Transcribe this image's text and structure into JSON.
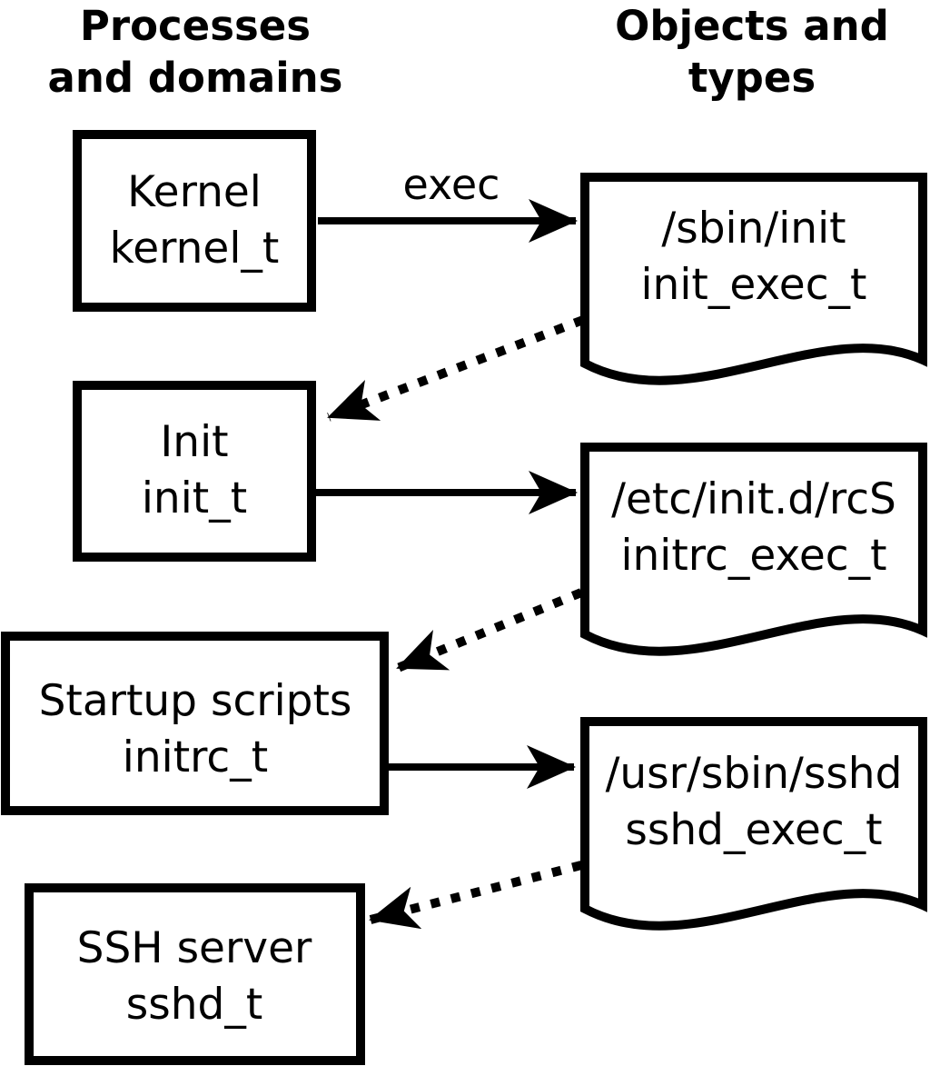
{
  "headings": {
    "left": [
      "Processes",
      "and domains"
    ],
    "right": [
      "Objects and",
      "types"
    ]
  },
  "processes": [
    {
      "name": "Kernel",
      "domain": "kernel_t"
    },
    {
      "name": "Init",
      "domain": "init_t"
    },
    {
      "name": "Startup scripts",
      "domain": "initrc_t"
    },
    {
      "name": "SSH server",
      "domain": "sshd_t"
    }
  ],
  "objects": [
    {
      "path": "/sbin/init",
      "type": "init_exec_t"
    },
    {
      "path": "/etc/init.d/rcS",
      "type": "initrc_exec_t"
    },
    {
      "path": "/usr/sbin/sshd",
      "type": "sshd_exec_t"
    }
  ],
  "edges": {
    "exec_label": "exec"
  },
  "colors": {
    "line": "#000000",
    "text": "#000000",
    "background": "#ffffff"
  }
}
